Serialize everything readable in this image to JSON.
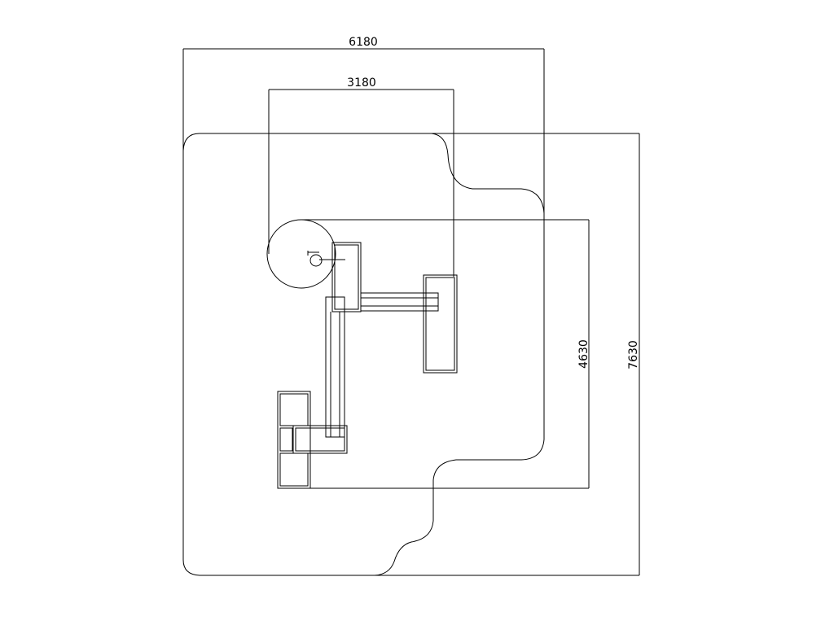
{
  "dimensions": {
    "overall_width": "6180",
    "inner_width": "3180",
    "inner_height": "4630",
    "overall_height": "7630"
  }
}
